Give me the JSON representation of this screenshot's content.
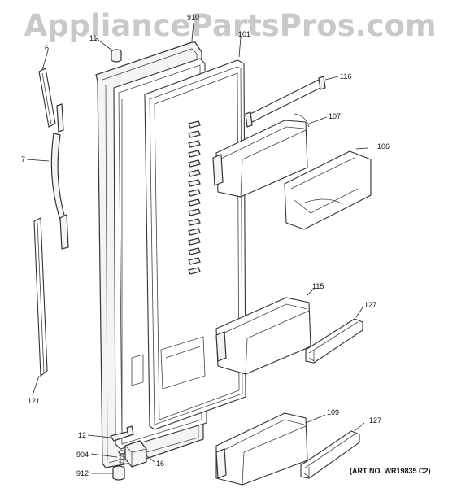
{
  "watermark": "AppliancePartsPros.com",
  "art_number": "(ART NO. WR19835 C2)",
  "callouts": {
    "c910": "910",
    "c11": "11",
    "c101": "101",
    "c6": "6",
    "c7": "7",
    "c116": "116",
    "c107": "107",
    "c106": "106",
    "c115": "115",
    "c127a": "127",
    "c121": "121",
    "c12": "12",
    "c109": "109",
    "c127b": "127",
    "c904": "904",
    "c16": "16",
    "c912": "912"
  }
}
